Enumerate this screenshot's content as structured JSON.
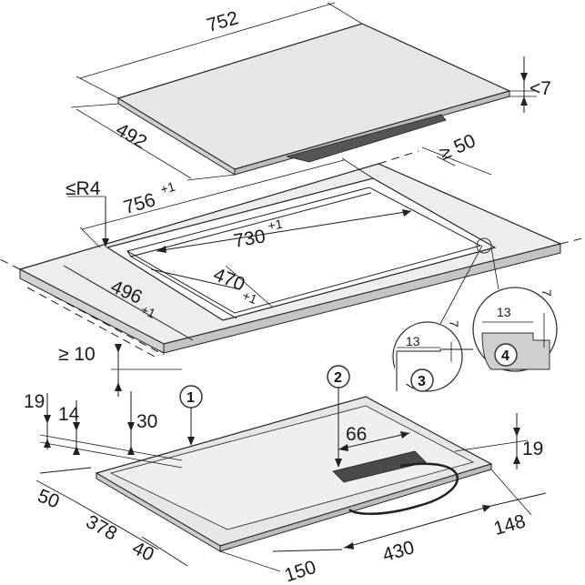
{
  "dimensions": {
    "hob_width": "752",
    "hob_depth": "492",
    "hob_thickness": "<7",
    "bevel_radius": "≤R4",
    "frame_width": "756",
    "frame_width_tol": "+1",
    "cutout_width": "730",
    "cutout_width_tol": "+1",
    "frame_depth": "496",
    "frame_depth_tol": "+1",
    "cutout_depth": "470",
    "cutout_depth_tol": "+1",
    "min_edge_distance": "≥ 50",
    "min_front_distance": "≥ 10",
    "side_19_left": "19",
    "side_14": "14",
    "depth_30": "30",
    "depth_66": "66",
    "side_19_right": "19",
    "front_50": "50",
    "base_378": "378",
    "base_40": "40",
    "base_150": "150",
    "base_430": "430",
    "right_148": "148"
  },
  "details": {
    "d3_width": "13",
    "d3_step": "7",
    "d4_width": "13",
    "d4_step": "7"
  },
  "callouts": [
    "1",
    "2",
    "3",
    "4"
  ]
}
